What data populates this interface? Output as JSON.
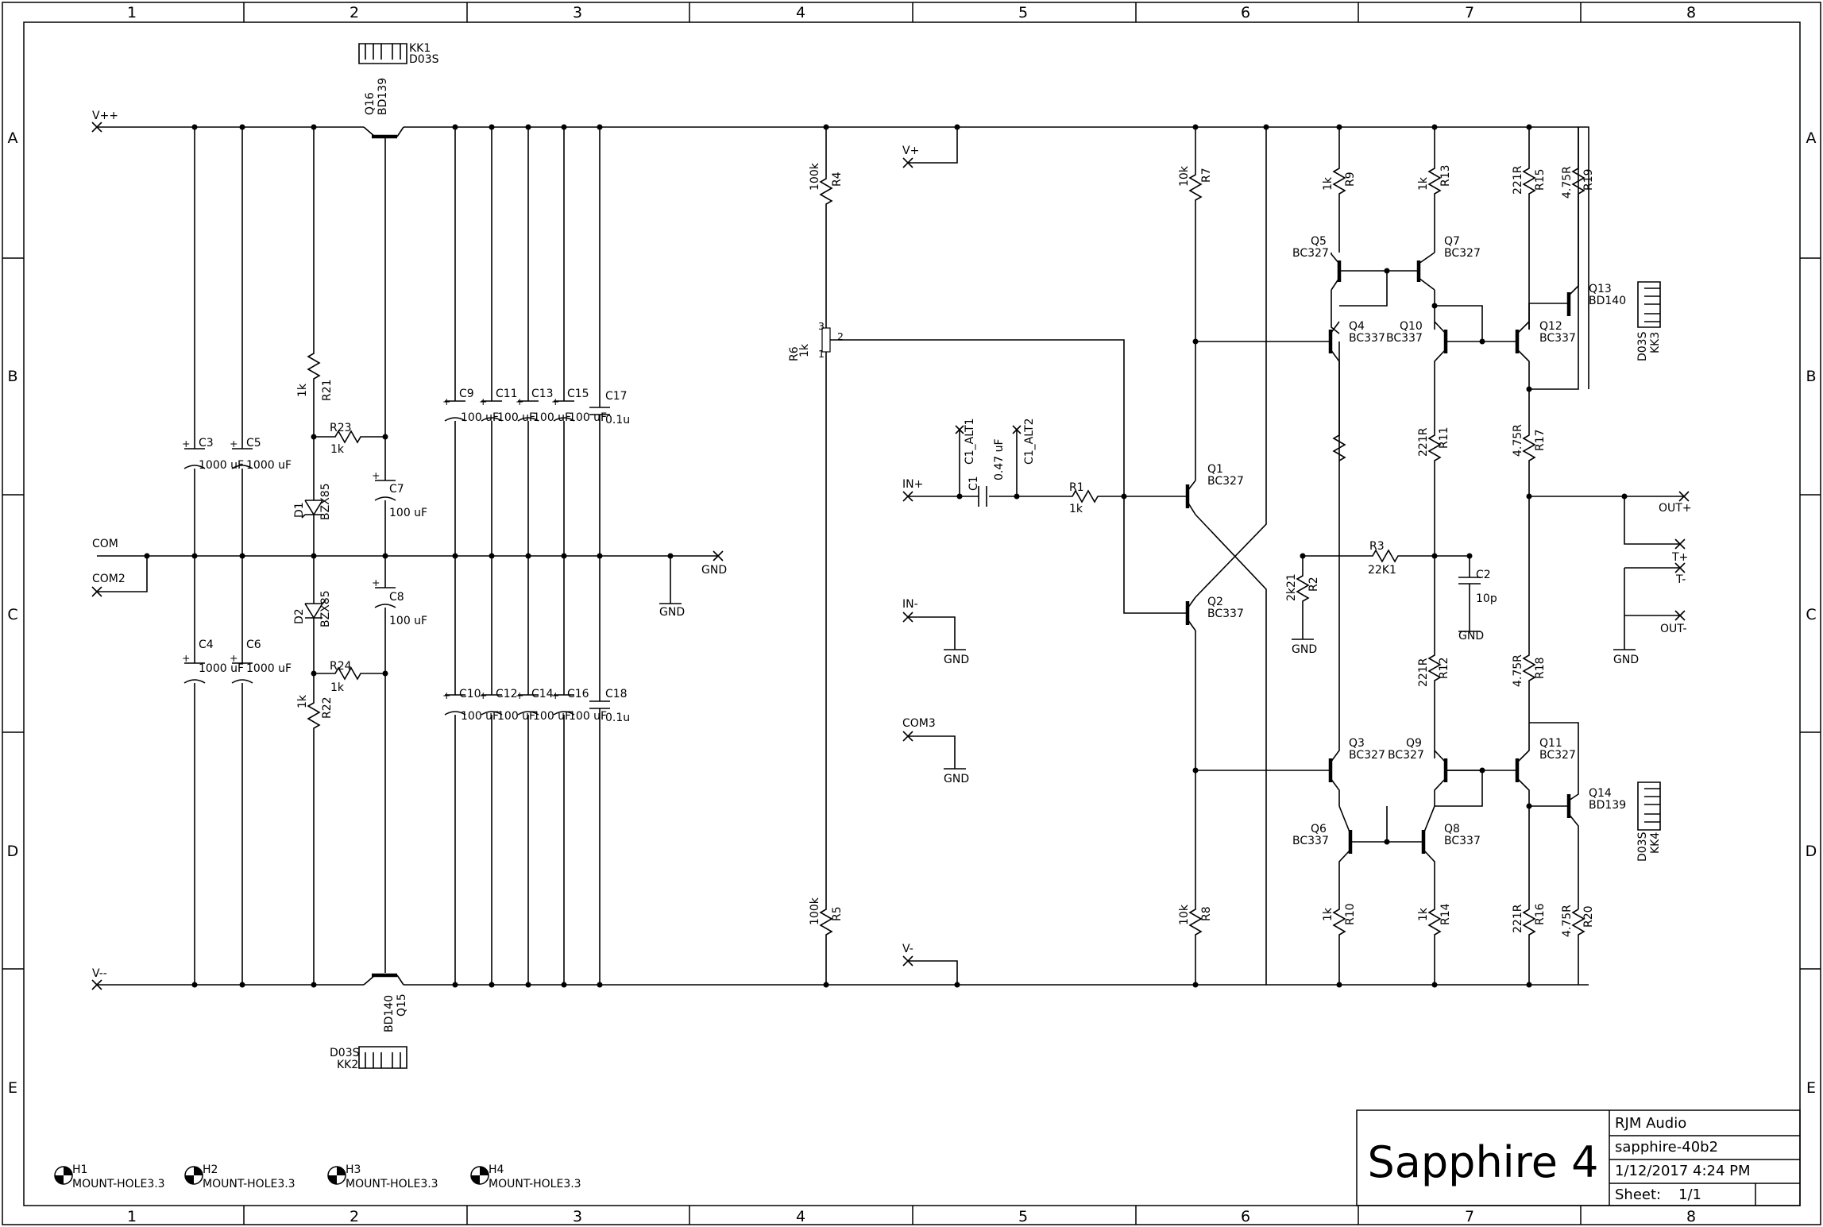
{
  "columns": [
    "1",
    "2",
    "3",
    "4",
    "5",
    "6",
    "7",
    "8"
  ],
  "rows": [
    "A",
    "B",
    "C",
    "D",
    "E"
  ],
  "title_block": {
    "title": "Sapphire 4",
    "company": "RJM Audio",
    "filename": "sapphire-40b2",
    "datetime": "1/12/2017 4:24 PM",
    "sheet_label": "Sheet:",
    "sheet_value": "1/1"
  },
  "supply_rails": {
    "vpp": "V++",
    "vmm": "V--",
    "com": "COM",
    "com2": "COM2",
    "gnd": "GND"
  },
  "heatsinks": {
    "kk1": {
      "ref": "KK1",
      "part": "D03S"
    },
    "kk2": {
      "ref": "KK2",
      "part": "D03S"
    },
    "kk3": {
      "ref": "KK3",
      "part": "D03S"
    },
    "kk4": {
      "ref": "KK4",
      "part": "D03S"
    }
  },
  "parts": {
    "q16": {
      "ref": "Q16",
      "part": "BD139"
    },
    "q15": {
      "ref": "Q15",
      "part": "BD140"
    },
    "c3": {
      "ref": "C3",
      "value": "1000 uF"
    },
    "c5": {
      "ref": "C5",
      "value": "1000 uF"
    },
    "c4": {
      "ref": "C4",
      "value": "1000 uF"
    },
    "c6": {
      "ref": "C6",
      "value": "1000 uF"
    },
    "r21": {
      "ref": "R21",
      "value": "1k"
    },
    "r22": {
      "ref": "R22",
      "value": "1k"
    },
    "r23": {
      "ref": "R23",
      "value": "1k"
    },
    "r24": {
      "ref": "R24",
      "value": "1k"
    },
    "d1": {
      "ref": "D1",
      "part": "BZX85"
    },
    "d2": {
      "ref": "D2",
      "part": "BZX85"
    },
    "c7": {
      "ref": "C7",
      "value": "100 uF"
    },
    "c8": {
      "ref": "C8",
      "value": "100 uF"
    },
    "c9": {
      "ref": "C9",
      "value": "100 uF"
    },
    "c11": {
      "ref": "C11",
      "value": "100 uF"
    },
    "c13": {
      "ref": "C13",
      "value": "100 uF"
    },
    "c15": {
      "ref": "C15",
      "value": "100 uF"
    },
    "c10": {
      "ref": "C10",
      "value": "100 uF"
    },
    "c12": {
      "ref": "C12",
      "value": "100 uF"
    },
    "c14": {
      "ref": "C14",
      "value": "100 uF"
    },
    "c16": {
      "ref": "C16",
      "value": "100 uF"
    },
    "c17": {
      "ref": "C17",
      "value": "0.1u"
    },
    "c18": {
      "ref": "C18",
      "value": "0.1u"
    },
    "r4": {
      "ref": "R4",
      "value": "100k"
    },
    "r5": {
      "ref": "R5",
      "value": "100k"
    },
    "r6": {
      "ref": "R6",
      "value": "1k"
    },
    "c1": {
      "ref": "C1",
      "value": "0.47 uF"
    },
    "c1_alt1": {
      "ref": "C1_ALT1"
    },
    "c1_alt2": {
      "ref": "C1_ALT2"
    },
    "r1": {
      "ref": "R1",
      "value": "1k"
    },
    "q1": {
      "ref": "Q1",
      "part": "BC327"
    },
    "q2": {
      "ref": "Q2",
      "part": "BC337"
    },
    "r7": {
      "ref": "R7",
      "value": "10k"
    },
    "r8": {
      "ref": "R8",
      "value": "10k"
    },
    "r9": {
      "ref": "R9",
      "value": "1k"
    },
    "r13": {
      "ref": "R13",
      "value": "1k"
    },
    "r10": {
      "ref": "R10",
      "value": "1k"
    },
    "r14": {
      "ref": "R14",
      "value": "1k"
    },
    "q5": {
      "ref": "Q5",
      "part": "BC327"
    },
    "q7": {
      "ref": "Q7",
      "part": "BC327"
    },
    "q4": {
      "ref": "Q4",
      "part": "BC337"
    },
    "q10": {
      "ref": "Q10",
      "part": "BC337"
    },
    "q12": {
      "ref": "Q12",
      "part": "BC337"
    },
    "q13": {
      "ref": "Q13",
      "part": "BD140"
    },
    "q3": {
      "ref": "Q3",
      "part": "BC327"
    },
    "q9": {
      "ref": "Q9",
      "part": "BC327"
    },
    "q11": {
      "ref": "Q11",
      "part": "BC327"
    },
    "q14": {
      "ref": "Q14",
      "part": "BD139"
    },
    "q6": {
      "ref": "Q6",
      "part": "BC337"
    },
    "q8": {
      "ref": "Q8",
      "part": "BC337"
    },
    "r15": {
      "ref": "R15",
      "value": "221R"
    },
    "r16": {
      "ref": "R16",
      "value": "221R"
    },
    "r11": {
      "ref": "R11",
      "value": "221R"
    },
    "r12": {
      "ref": "R12",
      "value": "221R"
    },
    "r17": {
      "ref": "R17",
      "value": "4.75R"
    },
    "r18": {
      "ref": "R18",
      "value": "4.75R"
    },
    "r19": {
      "ref": "R19",
      "value": "4.75R"
    },
    "r20": {
      "ref": "R20",
      "value": "4.75R"
    },
    "r2": {
      "ref": "R2",
      "value": "2k21"
    },
    "r3": {
      "ref": "R3",
      "value": "22K1"
    },
    "c2": {
      "ref": "C2",
      "value": "10p"
    }
  },
  "terminals": {
    "vplus": "V+",
    "vminus": "V-",
    "in_plus": "IN+",
    "in_minus": "IN-",
    "com3": "COM3",
    "out_plus": "OUT+",
    "out_minus": "OUT-",
    "t_plus": "T+",
    "t_minus": "T-"
  },
  "pot_pins": {
    "p1": "1",
    "p2": "2",
    "p3": "3"
  },
  "mount_holes": [
    {
      "ref": "H1",
      "part": "MOUNT-HOLE3.3"
    },
    {
      "ref": "H2",
      "part": "MOUNT-HOLE3.3"
    },
    {
      "ref": "H3",
      "part": "MOUNT-HOLE3.3"
    },
    {
      "ref": "H4",
      "part": "MOUNT-HOLE3.3"
    }
  ]
}
